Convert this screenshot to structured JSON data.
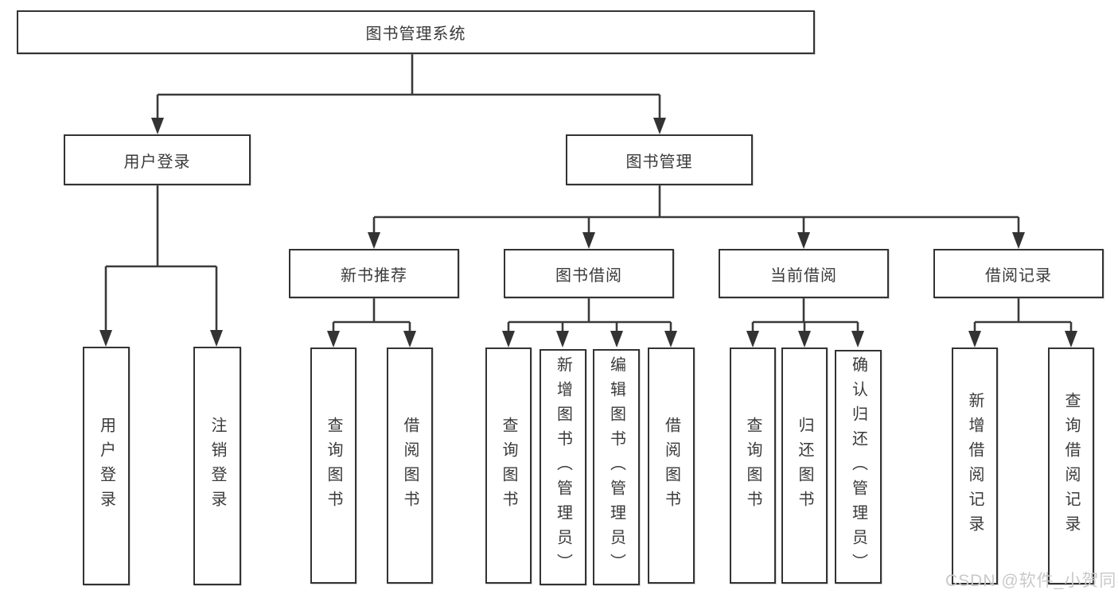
{
  "diagram": {
    "title": "图书管理系统",
    "level2": [
      {
        "id": "user-login",
        "label": "用户登录"
      },
      {
        "id": "book-management",
        "label": "图书管理"
      }
    ],
    "level3": [
      {
        "id": "new-book-recommend",
        "label": "新书推荐"
      },
      {
        "id": "book-borrow",
        "label": "图书借阅"
      },
      {
        "id": "current-borrow",
        "label": "当前借阅"
      },
      {
        "id": "borrow-records",
        "label": "借阅记录"
      }
    ],
    "leaves": {
      "user_login": [
        "用户登录",
        "注销登录"
      ],
      "new_book_recommend": [
        "查询图书",
        "借阅图书"
      ],
      "book_borrow": [
        "查询图书",
        "新增图书（管理员）",
        "编辑图书（管理员）",
        "借阅图书"
      ],
      "current_borrow": [
        "查询图书",
        "归还图书",
        "确认归还（管理员）"
      ],
      "borrow_records": [
        "新增借阅记录",
        "查询借阅记录"
      ]
    }
  },
  "watermark": "CSDN @软件_小贺同学",
  "colors": {
    "line": "#3a3a3a",
    "box_border": "#333333",
    "text": "#3a3a3a",
    "watermark": "#c9c9c9",
    "background": "#ffffff"
  }
}
